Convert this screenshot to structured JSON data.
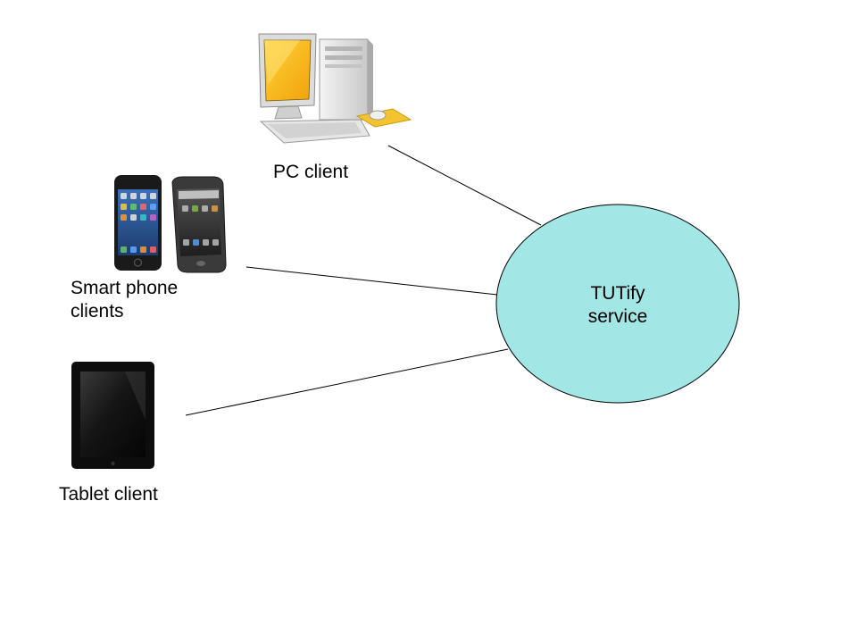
{
  "nodes": {
    "pc": {
      "label": "PC client",
      "icon": "desktop-computer-icon"
    },
    "phones": {
      "label_line1": "Smart phone",
      "label_line2": "clients",
      "icons": [
        "iphone-icon",
        "android-phone-icon"
      ]
    },
    "tablet": {
      "label": "Tablet client",
      "icon": "tablet-icon"
    },
    "service": {
      "label_line1": "TUTify",
      "label_line2": "service",
      "fill": "#a3e6e6"
    }
  },
  "edges": [
    {
      "from": "pc",
      "to": "service"
    },
    {
      "from": "phones",
      "to": "service"
    },
    {
      "from": "tablet",
      "to": "service"
    }
  ]
}
